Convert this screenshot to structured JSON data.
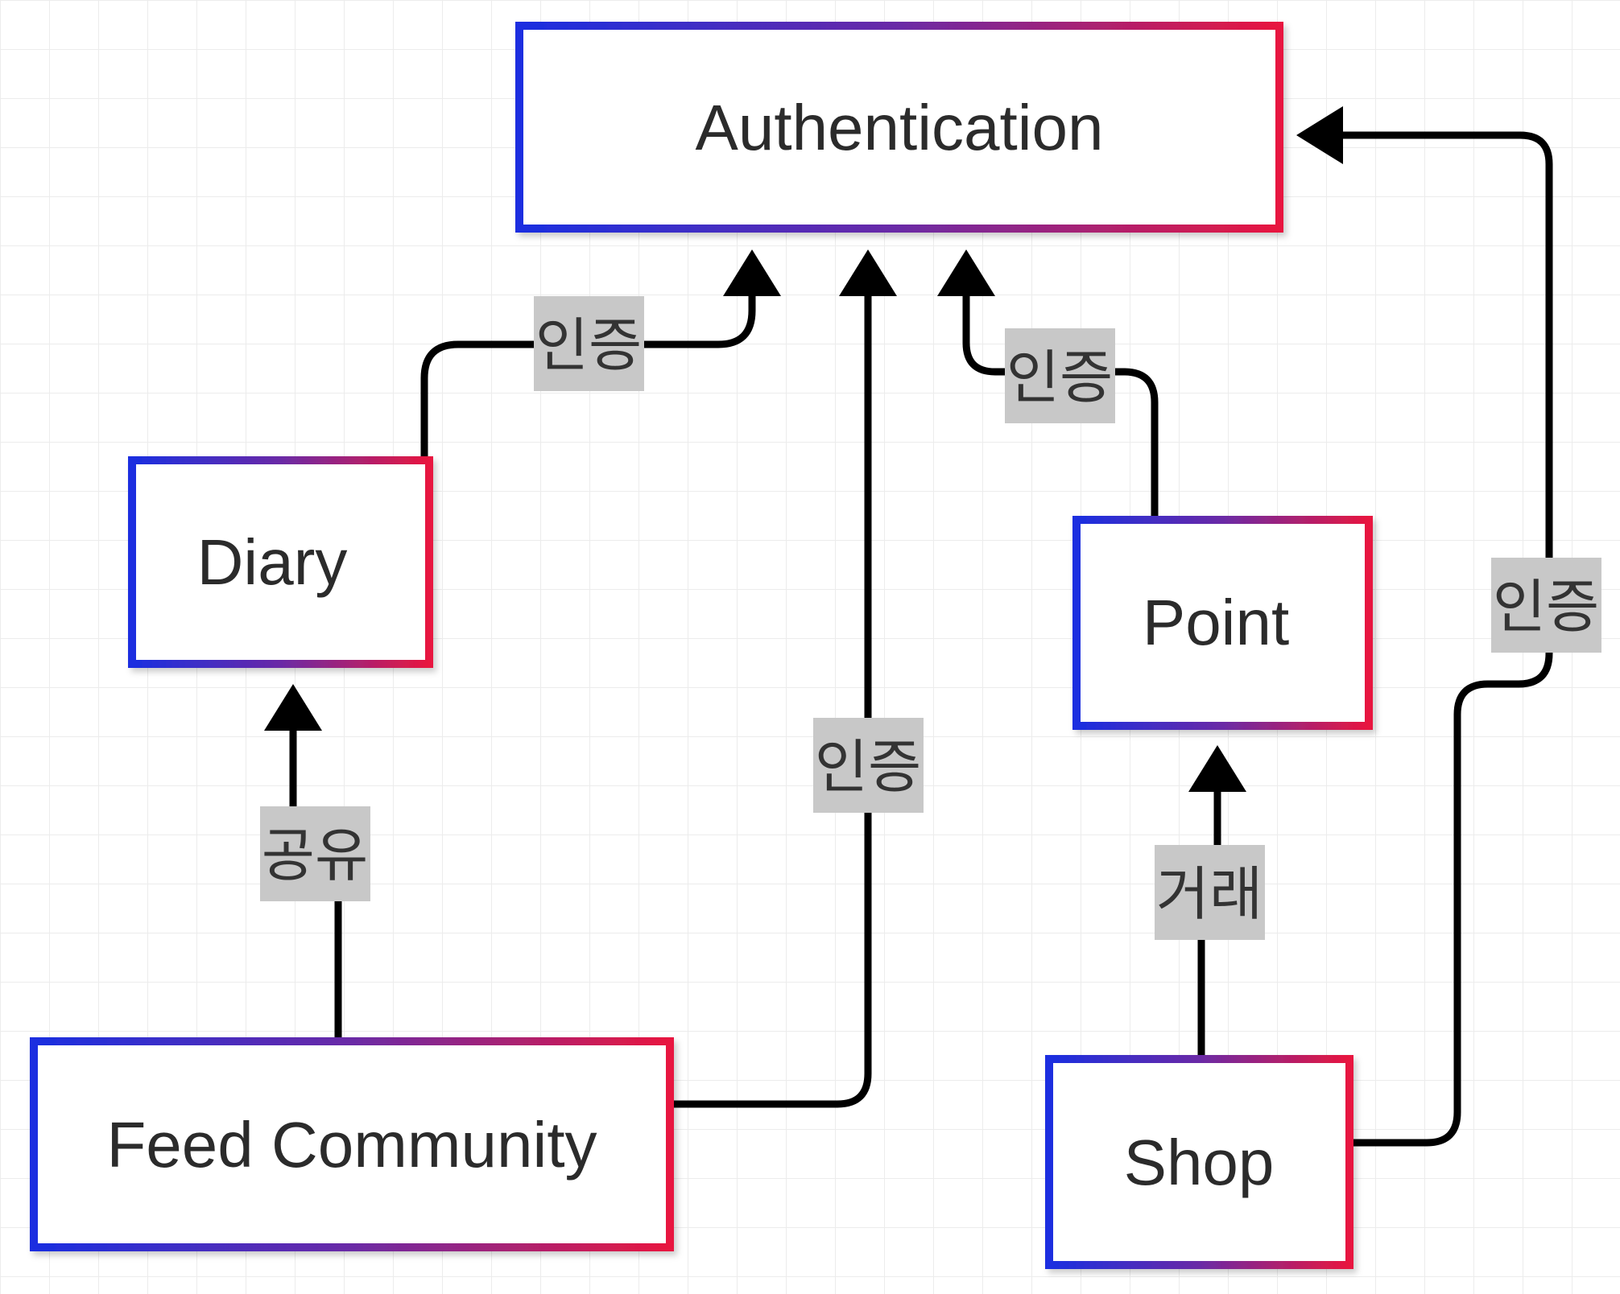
{
  "nodes": {
    "authentication": {
      "label": "Authentication"
    },
    "diary": {
      "label": "Diary"
    },
    "point": {
      "label": "Point"
    },
    "feed_community": {
      "label": "Feed Community"
    },
    "shop": {
      "label": "Shop"
    }
  },
  "edges": {
    "diary_auth": {
      "label": "인증"
    },
    "point_auth": {
      "label": "인증"
    },
    "feed_auth": {
      "label": "인증"
    },
    "shop_auth": {
      "label": "인증"
    },
    "feed_diary": {
      "label": "공유"
    },
    "shop_point": {
      "label": "거래"
    }
  },
  "colors": {
    "gradient_start": "#1a2fe0",
    "gradient_mid": "#6a2ba6",
    "gradient_end": "#e8173f",
    "edge": "#000000",
    "edge_label_bg": "#c8c8c8",
    "text": "#2b2b2b"
  }
}
